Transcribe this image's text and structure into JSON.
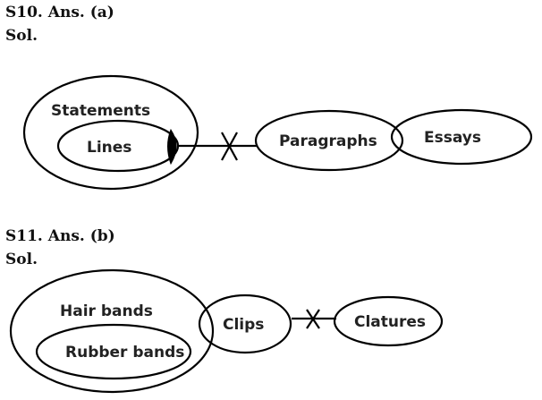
{
  "q10": {
    "answer": "S10. Ans. (a)",
    "sol": "Sol.",
    "labels": {
      "statements": "Statements",
      "lines": "Lines",
      "paragraphs": "Paragraphs",
      "essays": "Essays"
    }
  },
  "q11": {
    "answer": "S11. Ans. (b)",
    "sol": "Sol.",
    "labels": {
      "hair_bands": "Hair bands",
      "rubber_bands": "Rubber bands",
      "clips": "Clips",
      "clatures": "Clatures"
    }
  }
}
